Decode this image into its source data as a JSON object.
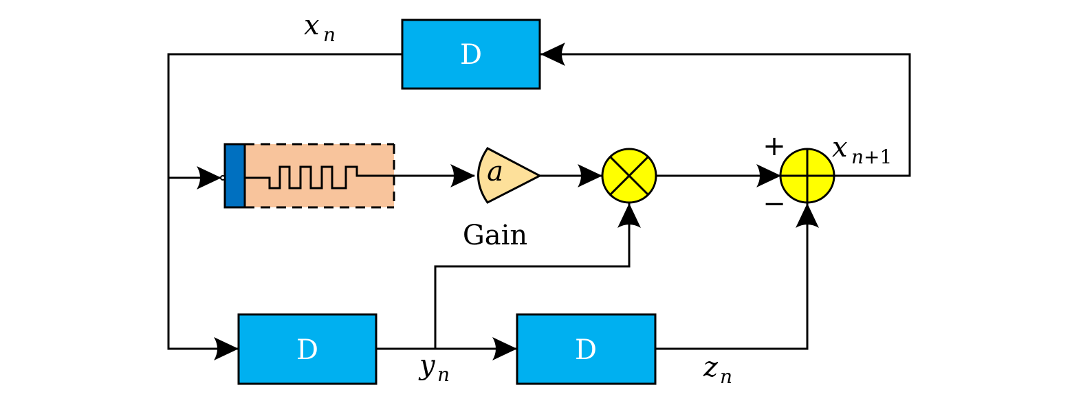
{
  "diagram": {
    "type": "block-diagram",
    "colors": {
      "delay_block": "#00b0f0",
      "sampler_body": "#f8c49c",
      "sampler_bar": "#0070c0",
      "gain_fill": "#fde09a",
      "junction_fill": "#ffff00",
      "line": "#000000"
    },
    "blocks": {
      "delay_top": {
        "label": "D"
      },
      "delay_bottom_left": {
        "label": "D"
      },
      "delay_bottom_right": {
        "label": "D"
      },
      "gain": {
        "symbol": "a",
        "caption": "Gain"
      },
      "multiplier": {
        "symbol": "multiply-icon"
      },
      "summer": {
        "symbol": "sum-icon",
        "plus_sign": "+",
        "minus_sign": "−"
      },
      "sampler": {
        "symbol": "pulse-train-icon"
      }
    },
    "signals": {
      "x_n": {
        "base": "x",
        "sub": "n"
      },
      "x_n1": {
        "base": "x",
        "sub_var": "n",
        "sub_rest": "+1"
      },
      "y_n": {
        "base": "y",
        "sub": "n"
      },
      "z_n": {
        "base": "z",
        "sub": "n"
      }
    }
  }
}
